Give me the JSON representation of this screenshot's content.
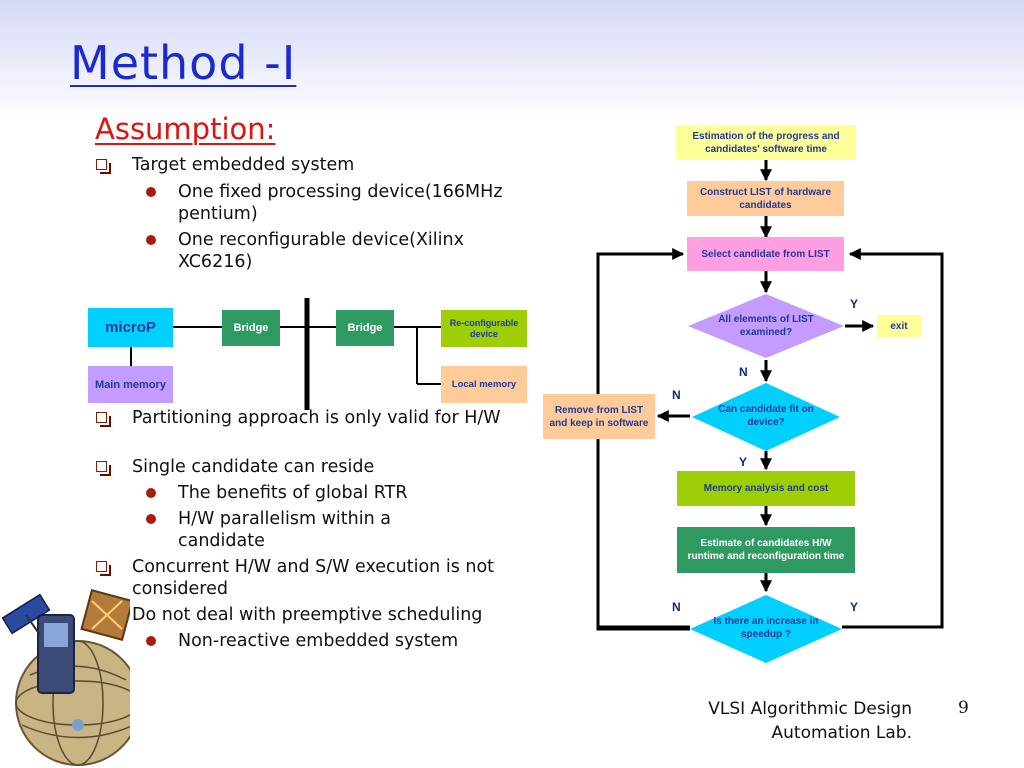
{
  "slide": {
    "title": "Method -I",
    "assumption_heading": "Assumption:",
    "bullets": {
      "b1": "Target embedded system",
      "b1_1": "One fixed processing device(166MHz pentium)",
      "b1_2": "One reconfigurable device(Xilinx XC6216)",
      "b2": "Partitioning approach is only valid for H/W",
      "b3": "Single candidate can reside",
      "b3_1": "The benefits of global RTR",
      "b3_2": "H/W parallelism within a candidate",
      "b4": "Concurrent H/W and S/W execution is not considered",
      "b5": "Do not deal with preemptive scheduling",
      "b5_1": "Non-reactive embedded system"
    },
    "footer": {
      "line1": "VLSI Algorithmic Design",
      "line2": "Automation Lab."
    },
    "page_number": "9"
  },
  "arch": {
    "micro_p": "microP",
    "bridge1": "Bridge",
    "bridge2": "Bridge",
    "reconfig": "Re-configurable device",
    "main_memory": "Main memory",
    "local_memory": "Local memory"
  },
  "flow": {
    "estimation": "Estimation of the progress and candidates' software time",
    "construct": "Construct LIST of hardware candidates",
    "select": "Select candidate from LIST",
    "all_examined": "All elements of LIST examined?",
    "exit": "exit",
    "fit": "Can candidate fit on device?",
    "remove": "Remove from LIST and keep in software",
    "memory": "Memory analysis and cost",
    "estimate_runtime": "Estimate of candidates H/W runtime and reconfiguration time",
    "speedup": "Is there an increase in speedup ?",
    "labels": {
      "y1": "Y",
      "n1": "N",
      "n2": "N",
      "y2": "Y",
      "n3": "N",
      "y3": "Y"
    }
  },
  "colors": {
    "title": "#1a2ad0",
    "heading": "#e0140e",
    "cyan": "#00cfff",
    "green": "#2e9a62",
    "lime": "#9ecf06",
    "peach": "#ffcc99",
    "lavender": "#c49cff",
    "yellow": "#ffff99"
  }
}
